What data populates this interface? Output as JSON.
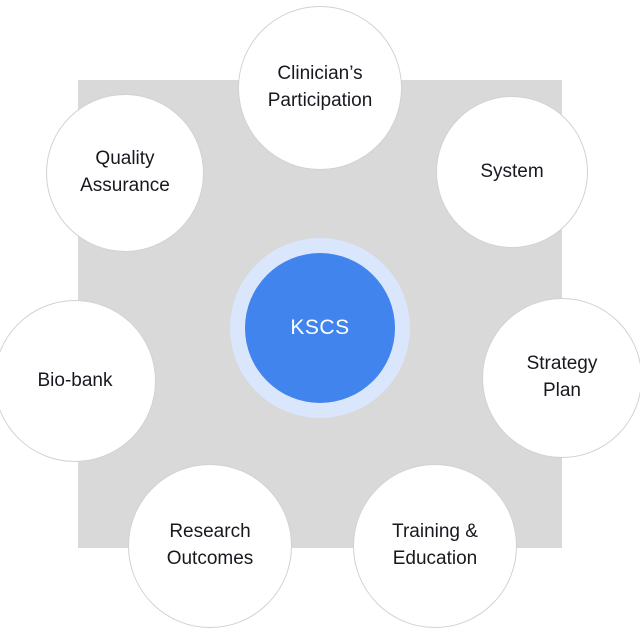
{
  "diagram": {
    "center": {
      "label": "KSCS"
    },
    "nodes": [
      {
        "id": "clinicians-participation",
        "label": "Clinician’s\nParticipation"
      },
      {
        "id": "system",
        "label": "System"
      },
      {
        "id": "strategy-plan",
        "label": "Strategy\nPlan"
      },
      {
        "id": "training-education",
        "label": "Training &\nEducation"
      },
      {
        "id": "research-outcomes",
        "label": "Research\nOutcomes"
      },
      {
        "id": "bio-bank",
        "label": "Bio-bank"
      },
      {
        "id": "quality-assurance",
        "label": "Quality\nAssurance"
      }
    ],
    "colors": {
      "hub_fill": "#4184ee",
      "hub_ring": "#d9e6fb",
      "square_bg": "#d9d9d9",
      "node_fill": "#ffffff",
      "node_border": "#d2d2d2",
      "label_color": "#17191f"
    }
  }
}
